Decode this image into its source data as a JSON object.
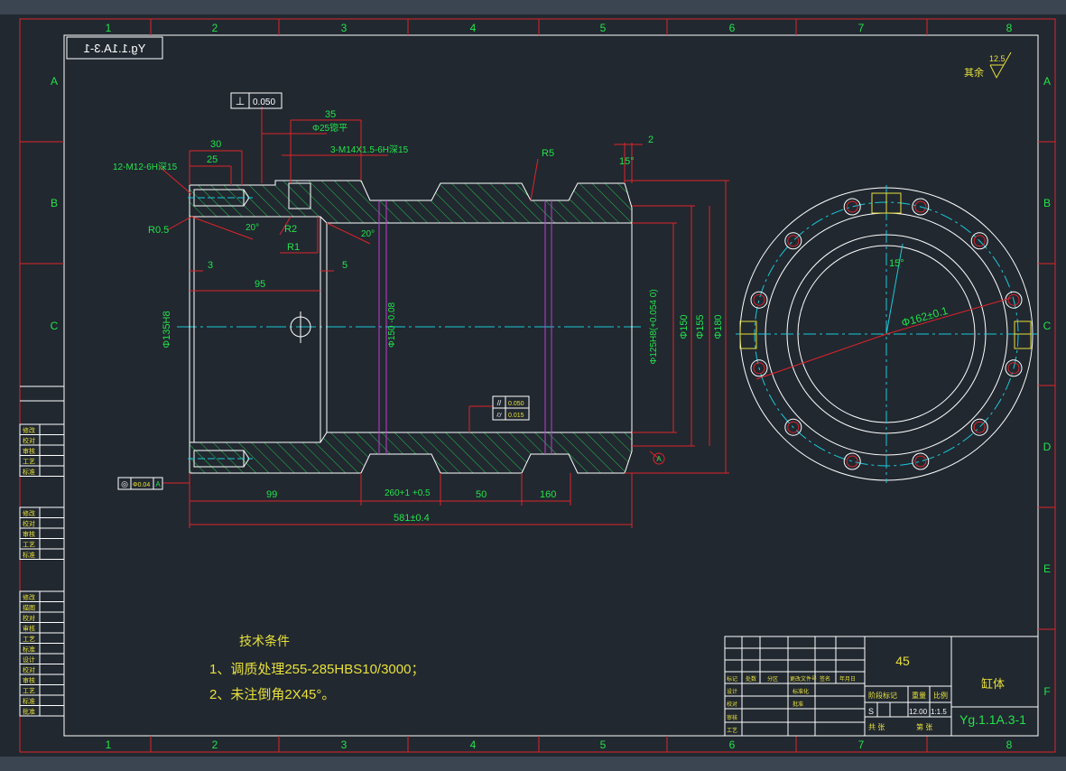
{
  "frame": {
    "cols": [
      "1",
      "2",
      "3",
      "4",
      "5",
      "6",
      "7",
      "8"
    ],
    "rows": [
      "A",
      "B",
      "C",
      "D",
      "E",
      "F"
    ],
    "mirrored_code": "Yg.1.1A.3-1"
  },
  "colors": {
    "background": "#212830",
    "frame_red": "#e0232a",
    "outline_white": "#ffffff",
    "hatch_green": "#22c34a",
    "dimension_green": "#22e34a",
    "center_cyan": "#19c9d8",
    "hole_magenta": "#c23ad8"
  },
  "roughness": {
    "label": "其余",
    "value": "12.5"
  },
  "tolerance_boxes": {
    "perpendicularity": {
      "symbol": "⊥",
      "value": "0.050"
    },
    "parallelism": {
      "symbol": "//",
      "value": "0.050"
    },
    "cylindricity": {
      "symbol": "⌭",
      "value": "0.015"
    },
    "coaxiality": {
      "symbol": "◎",
      "value": "Φ0.04",
      "datum": "A"
    },
    "datum_marker": "A"
  },
  "dims": {
    "d30": "30",
    "d25": "25",
    "d35": "35",
    "thread12": "12-M12-6H深15",
    "bore25": "Φ25锪平",
    "thread3": "3-M14X1.5-6H深15",
    "r5": "R5",
    "d2": "2",
    "a15": "15°",
    "r05": "R0.5",
    "r2": "R2",
    "r1": "R1",
    "a20a": "20°",
    "a20b": "20°",
    "d3": "3",
    "d5": "5",
    "d95": "95",
    "phi135": "Φ135H8",
    "phi150": "Φ150 -0.08",
    "phi125": "Φ125H8(+0.054 0)",
    "phi150b": "Φ150",
    "phi155": "Φ155",
    "phi180": "Φ180",
    "d99": "99",
    "d260": "260+1 +0.5",
    "d50": "50",
    "d160": "160",
    "d581": "581±0.4",
    "a15b": "15°",
    "phi162": "Φ162±0.1"
  },
  "notes": {
    "title": "技术条件",
    "line1": "1、调质处理255-285HBS10/3000；",
    "line2": "2、未注倒角2X45°。"
  },
  "left_block": {
    "group1": [
      "修改",
      "校对",
      "审核",
      "工艺",
      "标准"
    ],
    "group2": [
      "修改",
      "校对",
      "审核",
      "工艺",
      "标准"
    ],
    "group3": [
      "修改",
      "描图",
      "校对",
      "审核",
      "工艺",
      "标准",
      "设计",
      "校对",
      "审核",
      "工艺",
      "标准",
      "批准"
    ]
  },
  "title_block": {
    "material": "45",
    "part_name": "缸体",
    "drawing_no": "Yg.1.1A.3-1",
    "header_cells": [
      "标记",
      "处数",
      "分区",
      "更改文件号",
      "签名",
      "年月日"
    ],
    "left_labels": [
      "设计",
      "校对",
      "审核",
      "工艺"
    ],
    "mid_labels": [
      "标准化",
      "批准"
    ],
    "stage_label": "阶段标记",
    "stage_value": "S",
    "weight_label": "重量",
    "weight_value": "12.00",
    "scale_label": "比例",
    "scale_value": "1:1.5",
    "sheets_left": "共 张",
    "sheets_right": "第 张"
  }
}
